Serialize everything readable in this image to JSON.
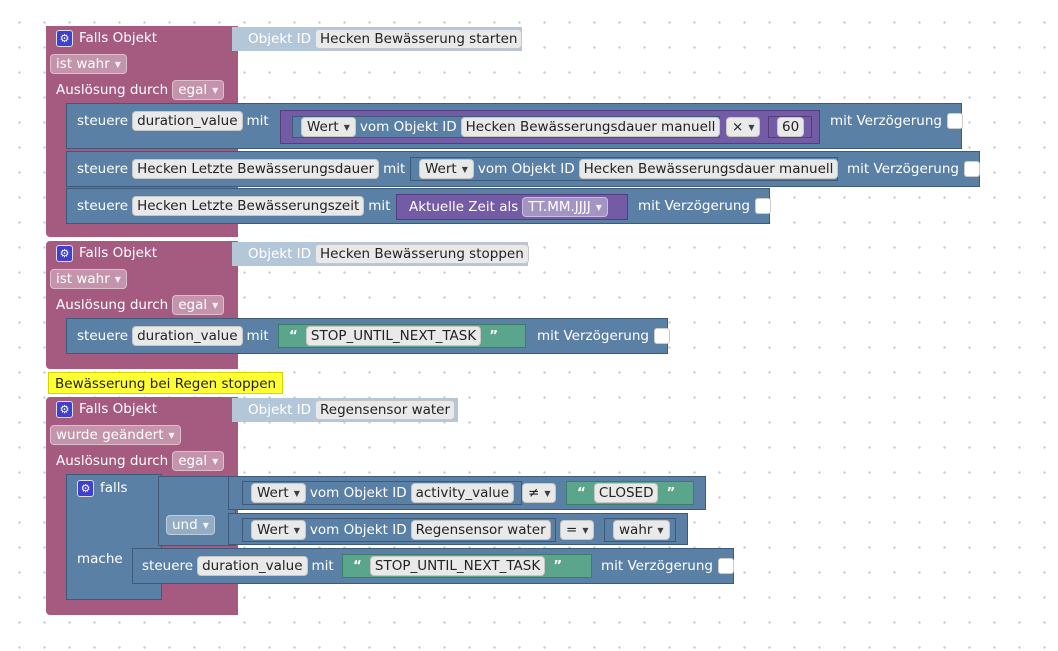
{
  "blocks": [
    {
      "title": "Falls Objekt",
      "obj_label": "Objekt ID",
      "obj_value": "Hecken Bewässerung starten",
      "condition": "ist wahr",
      "trigger_label": "Auslösung durch",
      "trigger_value": "egal",
      "stmts": [
        {
          "steuere": "steuere",
          "var": "duration_value",
          "mit": "mit",
          "wert": "Wert",
          "vom": "vom Objekt ID",
          "obj": "Hecken Bewässerungsdauer manuell",
          "op": "×",
          "num": "60",
          "delay": "mit Verzögerung"
        },
        {
          "steuere": "steuere",
          "var": "Hecken Letzte Bewässerungsdauer",
          "mit": "mit",
          "wert": "Wert",
          "vom": "vom Objekt ID",
          "obj": "Hecken Bewässerungsdauer manuell",
          "delay": "mit Verzögerung"
        },
        {
          "steuere": "steuere",
          "var": "Hecken Letzte Bewässerungszeit",
          "mit": "mit",
          "time_label": "Aktuelle Zeit als",
          "time_fmt": "TT.MM.JJJJ",
          "delay": "mit Verzögerung"
        }
      ]
    },
    {
      "title": "Falls Objekt",
      "obj_label": "Objekt ID",
      "obj_value": "Hecken Bewässerung stoppen",
      "condition": "ist wahr",
      "trigger_label": "Auslösung durch",
      "trigger_value": "egal",
      "stmts": [
        {
          "steuere": "steuere",
          "var": "duration_value",
          "mit": "mit",
          "text": "STOP_UNTIL_NEXT_TASK",
          "delay": "mit Verzögerung"
        }
      ]
    },
    {
      "comment": "Bewässerung bei Regen stoppen",
      "title": "Falls Objekt",
      "obj_label": "Objekt ID",
      "obj_value": "Regensensor water",
      "condition": "wurde geändert",
      "trigger_label": "Auslösung durch",
      "trigger_value": "egal",
      "if_label": "falls",
      "do_label": "mache",
      "and_label": "und",
      "cond1": {
        "wert": "Wert",
        "vom": "vom Objekt ID",
        "obj": "activity_value",
        "op": "≠",
        "text": "CLOSED"
      },
      "cond2": {
        "wert": "Wert",
        "vom": "vom Objekt ID",
        "obj": "Regensensor water",
        "op": "=",
        "val": "wahr"
      },
      "stmt": {
        "steuere": "steuere",
        "var": "duration_value",
        "mit": "mit",
        "text": "STOP_UNTIL_NEXT_TASK",
        "delay": "mit Verzögerung"
      }
    }
  ],
  "icons": {
    "gear": "gear-icon",
    "dropdown": "triangle-down-icon"
  },
  "colors": {
    "event": "#a55b80",
    "control": "#5b80a5",
    "logic": "#5b80a5",
    "math": "#745ba5",
    "text": "#5ba58c",
    "comment": "#ffff33"
  }
}
